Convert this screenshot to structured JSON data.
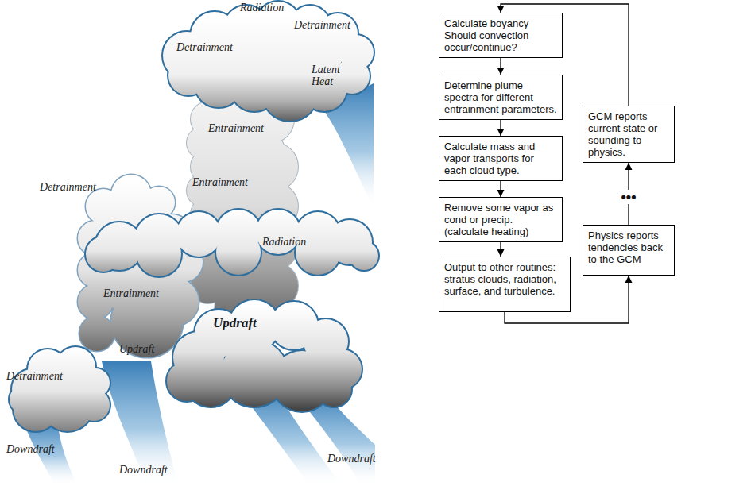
{
  "diagram": {
    "nodes": [
      {
        "text": [
          "Calculate boyancy Should convection occur/continue?"
        ]
      },
      {
        "text": [
          "Determine plume spectra for different entrainment parameters."
        ]
      },
      {
        "text": [
          "Calculate mass and vapor transports for each cloud type."
        ]
      },
      {
        "text": [
          "Remove some vapor as cond or precip. (calculate heating)"
        ]
      },
      {
        "text": [
          "Output to other routines: stratus clouds, radiation, surface, and turbulence."
        ]
      },
      {
        "text": [
          "Physics reports tendencies back to the GCM"
        ]
      },
      {
        "text": [
          "GCM reports current state or sounding to physics."
        ]
      }
    ],
    "edges": [
      {
        "from": 0,
        "to": 1,
        "arrow": "to"
      },
      {
        "from": 1,
        "to": 2,
        "arrow": "to"
      },
      {
        "from": 2,
        "to": 3,
        "arrow": "to"
      },
      {
        "from": 3,
        "to": 4,
        "arrow": "to"
      },
      {
        "from": 4,
        "to": 5,
        "arrow": "to"
      },
      {
        "from": 5,
        "to": 6,
        "arrow": "to",
        "label": "•••"
      },
      {
        "from": 6,
        "to": 0,
        "arrow": "to"
      }
    ],
    "labels": [
      "Radiation",
      "Detrainment",
      "Detrainment",
      "Latent Heat",
      "Entrainment",
      "Entrainment",
      "Detrainment",
      "Radiation",
      "Entrainment",
      "Updraft",
      "Updraft",
      "Detrainment",
      "Downdraft",
      "Downdraft",
      "Downdraft"
    ]
  }
}
